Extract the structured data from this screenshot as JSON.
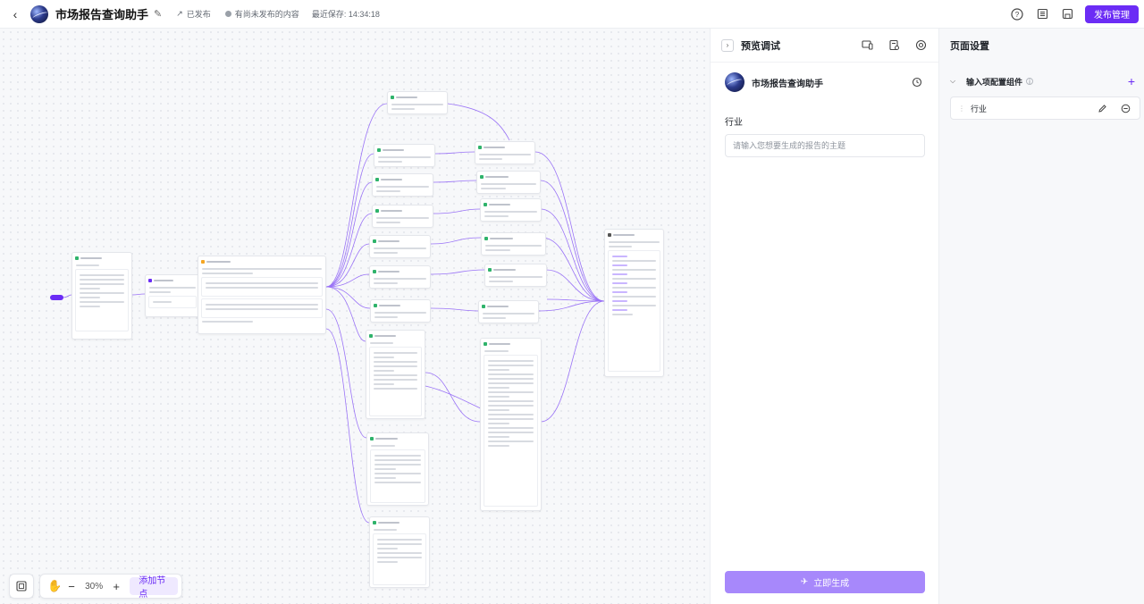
{
  "header": {
    "app_title": "市场报告查询助手",
    "published_label": "已发布",
    "unpublished_label": "有尚未发布的内容",
    "last_saved": "最近保存: 14:34:18",
    "publish_button": "发布管理"
  },
  "canvas": {
    "zoom": "30%",
    "add_node_label": "添加节点"
  },
  "preview": {
    "title": "预览调试",
    "app_name": "市场报告查询助手",
    "field_label": "行业",
    "field_placeholder": "请输入您想要生成的报告的主题",
    "generate_button": "立即生成"
  },
  "settings": {
    "title": "页面设置",
    "group_title": "输入项配置组件",
    "fields": [
      {
        "name": "行业"
      }
    ]
  },
  "colors": {
    "accent": "#6b2cf5",
    "wire": "#8a5cf6"
  }
}
